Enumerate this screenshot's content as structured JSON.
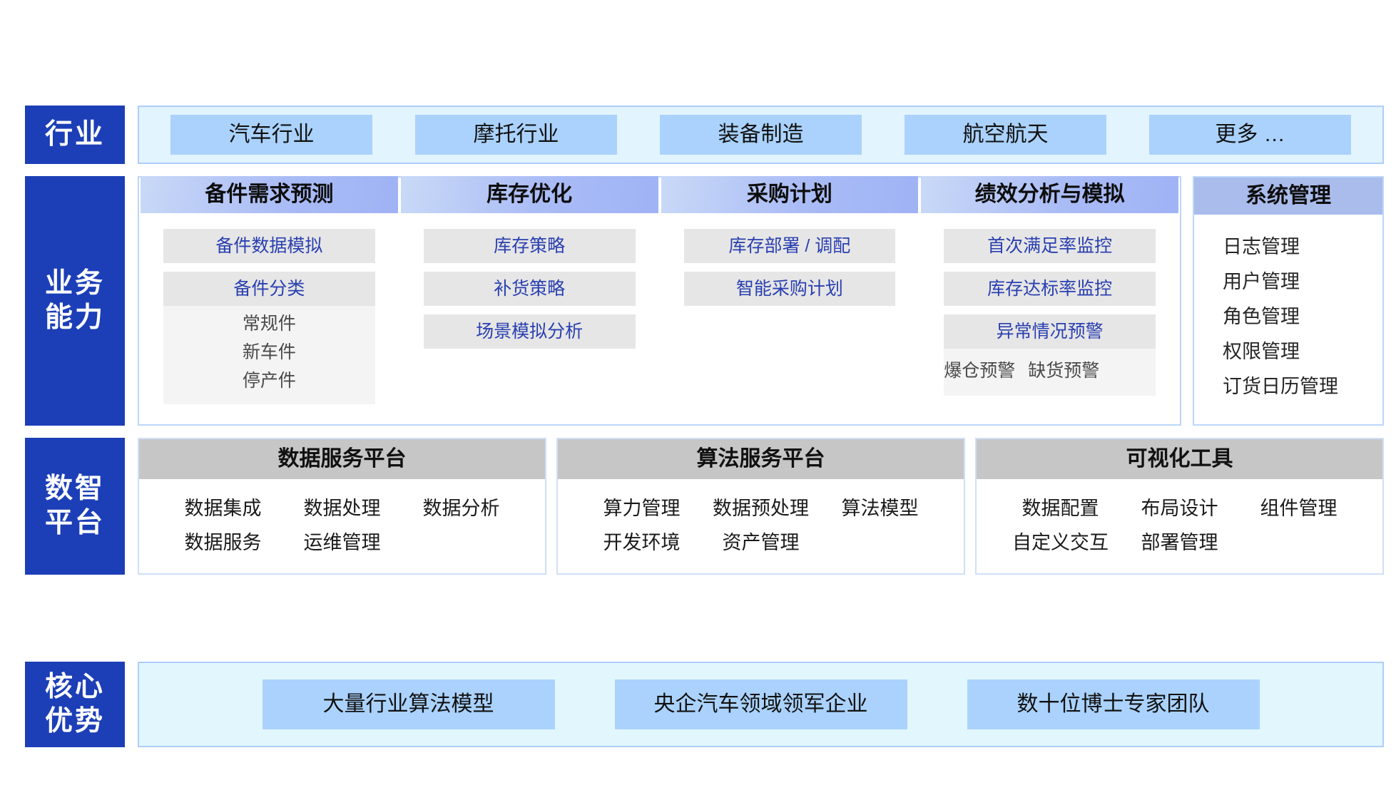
{
  "rows": {
    "industry": {
      "label_lines": [
        "行业"
      ],
      "items": [
        {
          "label": "汽车行业"
        },
        {
          "label": "摩托行业"
        },
        {
          "label": "装备制造"
        },
        {
          "label": "航空航天"
        },
        {
          "label": "更多 …"
        }
      ]
    },
    "business": {
      "label_lines": [
        "业务",
        "能力"
      ],
      "columns": [
        {
          "title": "备件需求预测",
          "items": [
            {
              "type": "item",
              "label": "备件数据模拟"
            },
            {
              "type": "group",
              "label": "备件分类",
              "inline": false,
              "children": [
                "常规件",
                "新车件",
                "停产件"
              ]
            }
          ]
        },
        {
          "title": "库存优化",
          "items": [
            {
              "type": "item",
              "label": "库存策略"
            },
            {
              "type": "item",
              "label": "补货策略"
            },
            {
              "type": "item",
              "label": "场景模拟分析"
            }
          ]
        },
        {
          "title": "采购计划",
          "items": [
            {
              "type": "item",
              "label": "库存部署 / 调配"
            },
            {
              "type": "item",
              "label": "智能采购计划"
            }
          ]
        },
        {
          "title": "绩效分析与模拟",
          "items": [
            {
              "type": "item",
              "label": "首次满足率监控"
            },
            {
              "type": "item",
              "label": "库存达标率监控"
            },
            {
              "type": "group",
              "label": "异常情况预警",
              "inline": true,
              "children": [
                "爆仓预警",
                "缺货预警"
              ]
            }
          ]
        }
      ],
      "system": {
        "title": "系统管理",
        "items": [
          "日志管理",
          "用户管理",
          "角色管理",
          "权限管理",
          "订货日历管理"
        ]
      }
    },
    "platform": {
      "label_lines": [
        "数智",
        "平台"
      ],
      "cards": [
        {
          "title": "数据服务平台",
          "cells": [
            "数据集成",
            "数据处理",
            "数据分析",
            "数据服务",
            "运维管理",
            ""
          ]
        },
        {
          "title": "算法服务平台",
          "cells": [
            "算力管理",
            "数据预处理",
            "算法模型",
            "开发环境",
            "资产管理",
            ""
          ]
        },
        {
          "title": "可视化工具",
          "cells": [
            "数据配置",
            "布局设计",
            "组件管理",
            "自定义交互",
            "部署管理",
            ""
          ]
        }
      ]
    },
    "advantage": {
      "label_lines": [
        "核心",
        "优势"
      ],
      "items": [
        {
          "label": "大量行业算法模型"
        },
        {
          "label": "央企汽车领域领军企业"
        },
        {
          "label": "数十位博士专家团队"
        }
      ]
    }
  },
  "colors": {
    "sidebar": "#1c3fb7",
    "industry_panel": "#e2f4fd",
    "industry_chip": "#aad2fd",
    "business_header_start": "#c9d9f7",
    "business_header_end": "#9fb3f5",
    "business_item_bg": "#e6e6e6",
    "business_item_text": "#2a3fb0",
    "system_header": "#a9bcec",
    "platform_header": "#c6c6c6",
    "advantage_panel": "#e2f7fd",
    "advantage_chip": "#aad2fd"
  }
}
